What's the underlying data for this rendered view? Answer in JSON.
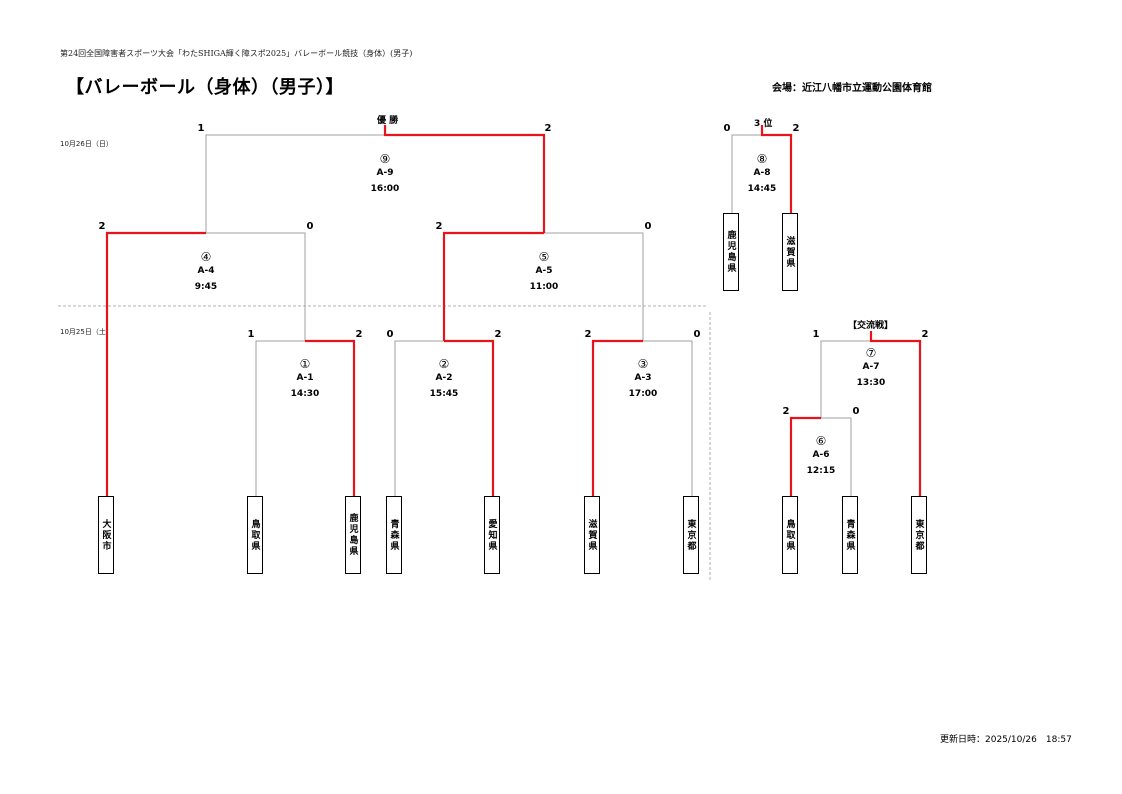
{
  "header": {
    "subtitle": "第24回全国障害者スポーツ大会「わたSHIGA輝く障スポ2025」バレーボール競技（身体）(男子)",
    "title": "【バレーボール（身体）（男子）】",
    "venue": "会場：近江八幡市立運動公園体育館"
  },
  "dates": {
    "day2": "10月26日（日）",
    "day1": "10月25日（土）"
  },
  "labels": {
    "champion": "優 勝",
    "third": "3 位",
    "exchange": "【交流戦】"
  },
  "teams": {
    "osaka": "大阪市",
    "tottori": "鳥取県",
    "kagoshima": "鹿児島県",
    "aomori": "青森県",
    "aichi": "愛知県",
    "shiga": "滋賀県",
    "tokyo": "東京都",
    "kagoshima2": "鹿児島県",
    "shiga2": "滋賀県",
    "tottori2": "鳥取県",
    "aomori2": "青森県",
    "tokyo2": "東京都"
  },
  "matches": {
    "m1": {
      "num": "①",
      "code": "A-1",
      "time": "14:30",
      "score_l": "1",
      "score_r": "2"
    },
    "m2": {
      "num": "②",
      "code": "A-2",
      "time": "15:45",
      "score_l": "0",
      "score_r": "2"
    },
    "m3": {
      "num": "③",
      "code": "A-3",
      "time": "17:00",
      "score_l": "2",
      "score_r": "0"
    },
    "m4": {
      "num": "④",
      "code": "A-4",
      "time": "9:45",
      "score_l": "2",
      "score_r": "0"
    },
    "m5": {
      "num": "⑤",
      "code": "A-5",
      "time": "11:00",
      "score_l": "2",
      "score_r": "0"
    },
    "m6": {
      "num": "⑥",
      "code": "A-6",
      "time": "12:15",
      "score_l": "2",
      "score_r": "0"
    },
    "m7": {
      "num": "⑦",
      "code": "A-7",
      "time": "13:30",
      "score_l": "1",
      "score_r": "2"
    },
    "m8": {
      "num": "⑧",
      "code": "A-8",
      "time": "14:45",
      "score_l": "0",
      "score_r": "2"
    },
    "m9": {
      "num": "⑨",
      "code": "A-9",
      "time": "16:00",
      "score_l": "1",
      "score_r": "2"
    }
  },
  "footer": {
    "updated": "更新日時：2025/10/26　18:57"
  },
  "colors": {
    "winner_line": "#e8141c",
    "loser_line": "#a0a0a0"
  }
}
